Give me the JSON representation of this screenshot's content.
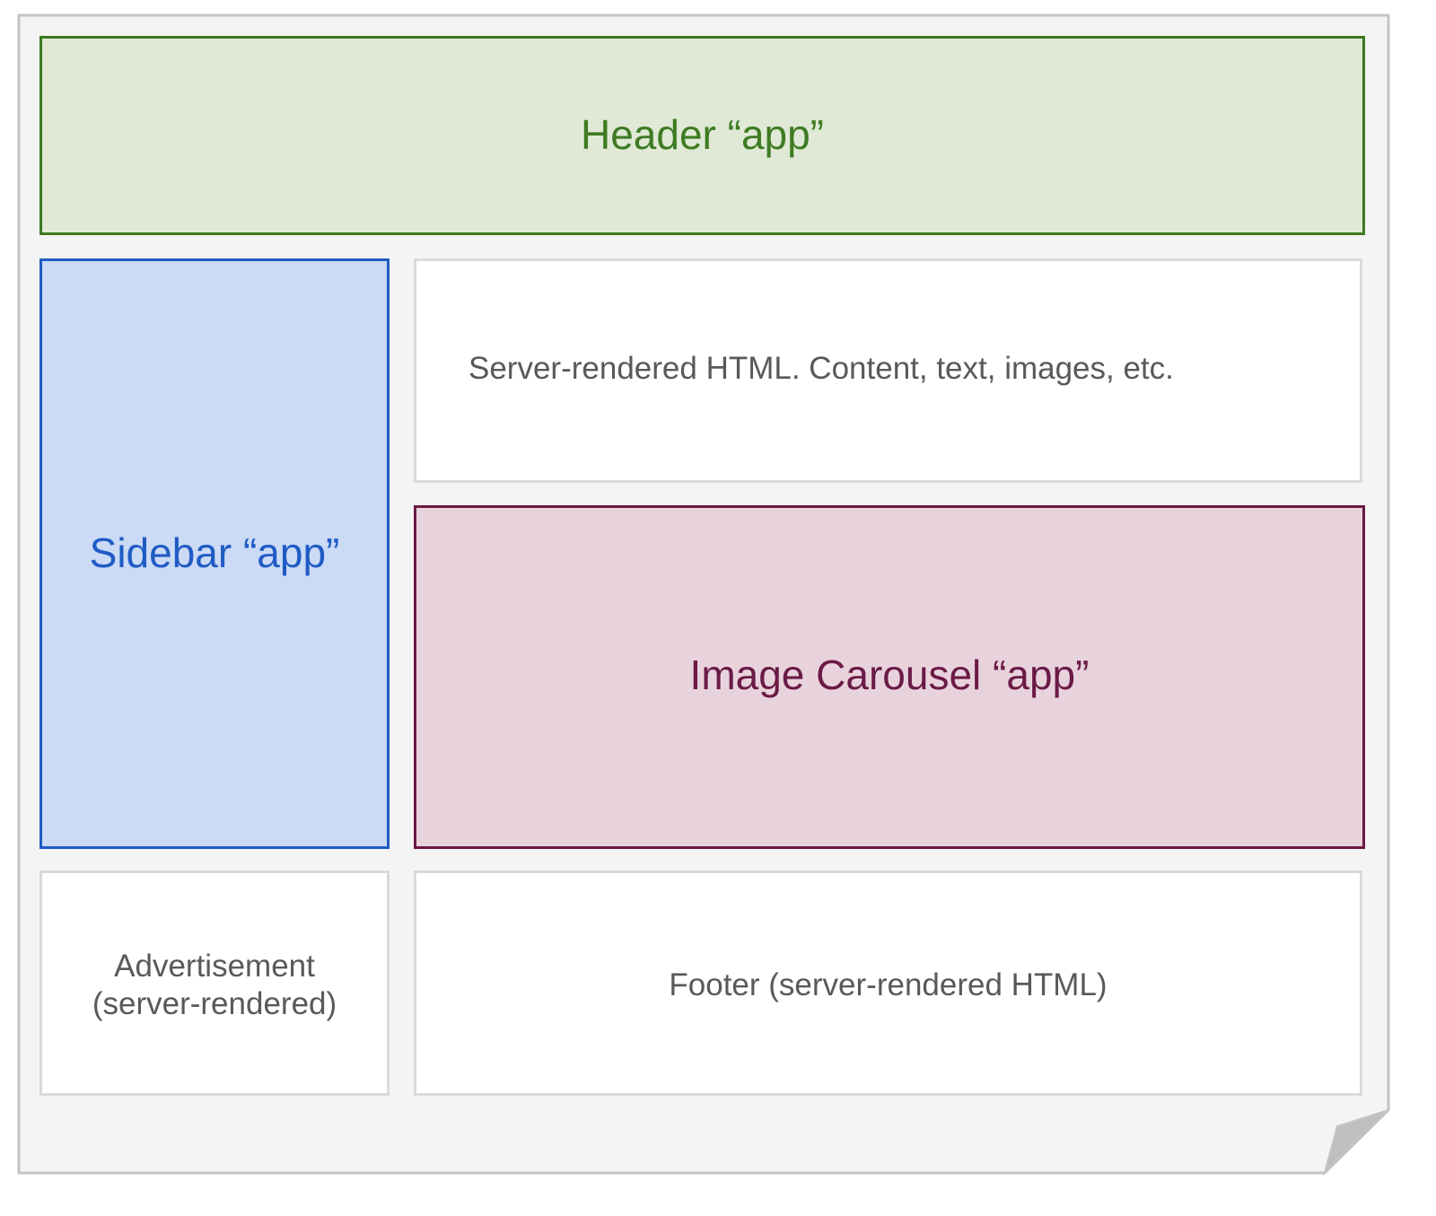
{
  "diagram": {
    "header": {
      "label": "Header “app”"
    },
    "sidebar": {
      "label": "Sidebar “app”"
    },
    "content": {
      "label": "Server-rendered HTML. Content, text, images, etc."
    },
    "carousel": {
      "label": "Image Carousel “app”"
    },
    "advertisement": {
      "line1": "Advertisement",
      "line2": "(server-rendered)"
    },
    "footer": {
      "label": "Footer (server-rendered HTML)"
    }
  },
  "colors": {
    "header_fill": "#dfe9d6",
    "header_border": "#3a7a1f",
    "sidebar_fill": "#cbdaf5",
    "sidebar_border": "#1f5bc4",
    "carousel_fill": "#e8d3dd",
    "carousel_border": "#6b1844",
    "page_fill": "#f4f4f4",
    "page_border": "#c4c4c4"
  }
}
